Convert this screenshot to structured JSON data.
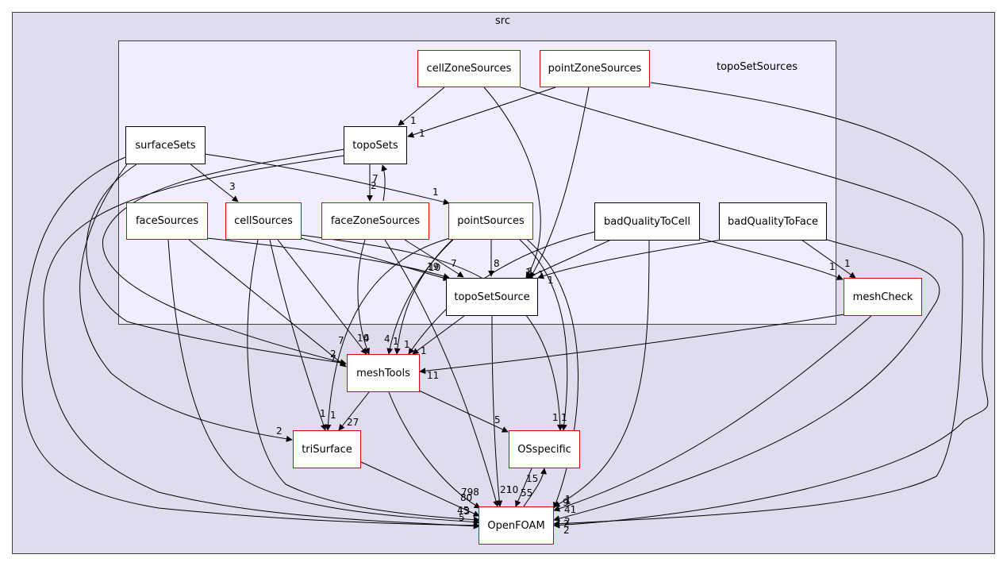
{
  "diagram": {
    "clusters": {
      "src": "src",
      "topoSetSources": "topoSetSources"
    },
    "nodes": {
      "cellZoneSources": "cellZoneSources",
      "pointZoneSources": "pointZoneSources",
      "surfaceSets": "surfaceSets",
      "topoSets": "topoSets",
      "faceSources": "faceSources",
      "cellSources": "cellSources",
      "faceZoneSources": "faceZoneSources",
      "pointSources": "pointSources",
      "badQualityToCell": "badQualityToCell",
      "badQualityToFace": "badQualityToFace",
      "topoSetSource": "topoSetSource",
      "meshCheck": "meshCheck",
      "meshTools": "meshTools",
      "triSurface": "triSurface",
      "OSspecific": "OSspecific",
      "OpenFOAM": "OpenFOAM"
    },
    "colors": {
      "outer_cluster_fill": "#dddded",
      "inner_cluster_fill": "#eeeefe",
      "edge": "#000000",
      "red_border": "#e00000",
      "black_border": "#000000"
    },
    "edge_labels": {
      "czs_topoSets": "1",
      "pzs_topoSets": "1",
      "surfaceSets_cellSources": "3",
      "surfaceSets_pointSources": "1",
      "topoSets_faceZoneSources": "2",
      "faceZoneSources_topoSets": "7",
      "faceSources_topoSetSource": "19",
      "cellSources_topoSetSource": "10",
      "faceZoneSources_topoSetSource": "7",
      "pointSources_topoSetSource": "8",
      "badQualityToCell_topoSetSource": "1",
      "badQualityToFace_topoSetSource": "1",
      "czs_topoSetSource": "1",
      "pzs_topoSetSource": "1",
      "badQualityToCell_meshCheck": "1",
      "badQualityToFace_meshCheck": "1",
      "topoSetSource_meshTools": "1",
      "meshCheck_meshTools": "11",
      "surfaceSets_meshTools": "2",
      "faceSources_meshTools": "7",
      "cellSources_meshTools": "10",
      "faceZoneSources_meshTools": "4",
      "pointSources_meshTools_a": "4",
      "pointSources_meshTools_b": "1",
      "badQualityToCell_meshTools": "1",
      "topoSets_meshTools": "7",
      "meshTools_triSurface": "27",
      "meshTools_OSspecific": "5",
      "cellSources_triSurface": "1",
      "pointSources_triSurface": "1",
      "surfaceSets_triSurface": "2",
      "cellSources_OSspecific": "1",
      "pointSources_OSspecific": "1",
      "OSspecific_OpenFOAM": "55",
      "OpenFOAM_OSspecific": "15",
      "meshTools_OpenFOAM": "798",
      "triSurface_OpenFOAM": "80",
      "topoSetSource_OpenFOAM": "10",
      "faceZoneSources_OpenFOAM": "21",
      "faceSources_OpenFOAM": "45",
      "cellSources_OpenFOAM": "13",
      "surfaceSets_OpenFOAM": "5",
      "pointSources_OpenFOAM": "9",
      "badQualityToCell_OpenFOAM": "1",
      "meshCheck_OpenFOAM": "41",
      "badQualityToFace_OpenFOAM": "2",
      "czs_OpenFOAM": "2",
      "pzs_OpenFOAM": "2",
      "topoSets_OpenFOAM": "1"
    }
  }
}
